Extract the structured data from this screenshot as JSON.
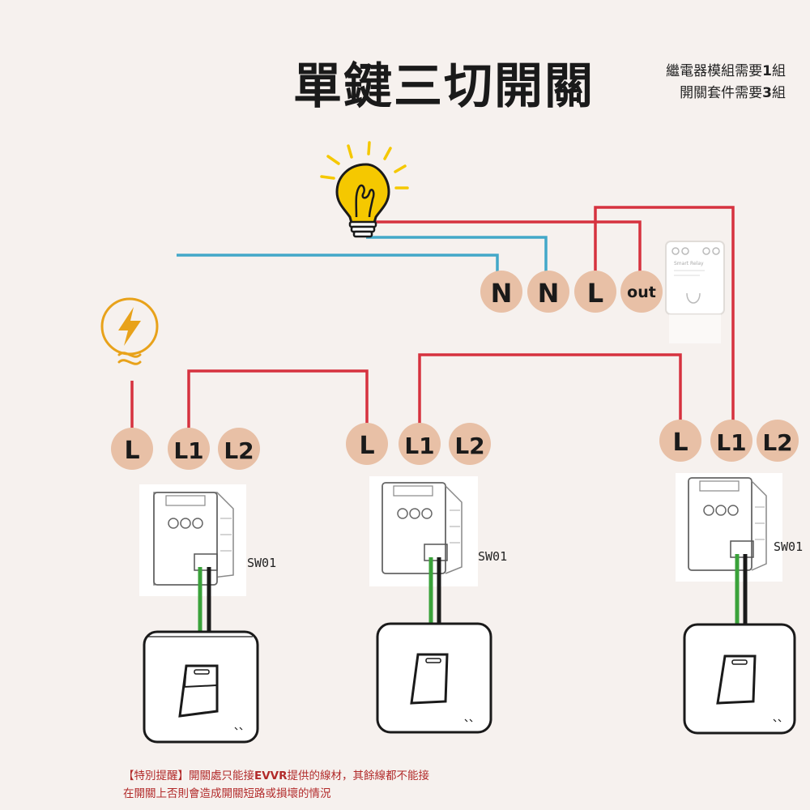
{
  "title": "單鍵三切開關",
  "note": {
    "line1_prefix": "繼電器模組需要",
    "line1_count": "1",
    "line1_suffix": "組",
    "line2_prefix": "開關套件需要",
    "line2_count": "3",
    "line2_suffix": "組"
  },
  "relay_terminals": [
    "N",
    "N",
    "L",
    "out"
  ],
  "relay_module_text": "Smart Relay",
  "switch_groups": [
    {
      "terminals": [
        "L",
        "L1",
        "L2"
      ],
      "module_label": "SW01"
    },
    {
      "terminals": [
        "L",
        "L1",
        "L2"
      ],
      "module_label": "SW01"
    },
    {
      "terminals": [
        "L",
        "L1",
        "L2"
      ],
      "module_label": "SW01"
    }
  ],
  "warning": {
    "line1_prefix": "【特別提醒】開關處只能接",
    "line1_brand": "EVVR",
    "line1_suffix": "提供的線材，其餘線都不能接",
    "line2": "在開關上否則會造成開關短路或損壞的情況"
  },
  "colors": {
    "background": "#f6f1ee",
    "live_wire": "#d6323f",
    "neutral_wire": "#43a8c8",
    "terminal_circle": "#e8c0a6",
    "bulb": "#f5c800",
    "power_icon": "#e8a21a",
    "green_wire": "#3aa23a"
  },
  "icons": [
    "light-bulb-icon",
    "power-bolt-icon",
    "relay-module-icon",
    "switch-module-icon",
    "wall-switch-icon"
  ]
}
